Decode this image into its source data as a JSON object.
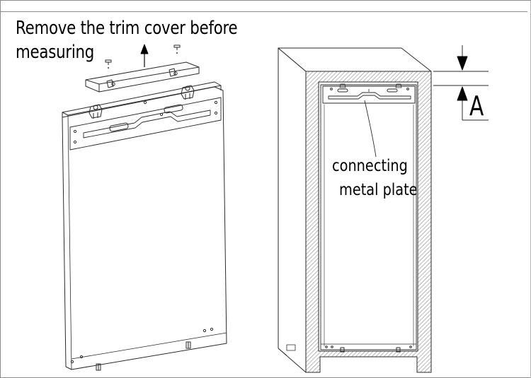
{
  "caption": {
    "line1": "Remove the trim cover before",
    "line2": "measuring"
  },
  "callout": {
    "line1": "connecting",
    "line2": "metal plate"
  },
  "dimension": {
    "label": "A"
  },
  "colors": {
    "ink": "#000000",
    "line": "#2a2a2a",
    "border": "#8c8c8c"
  }
}
